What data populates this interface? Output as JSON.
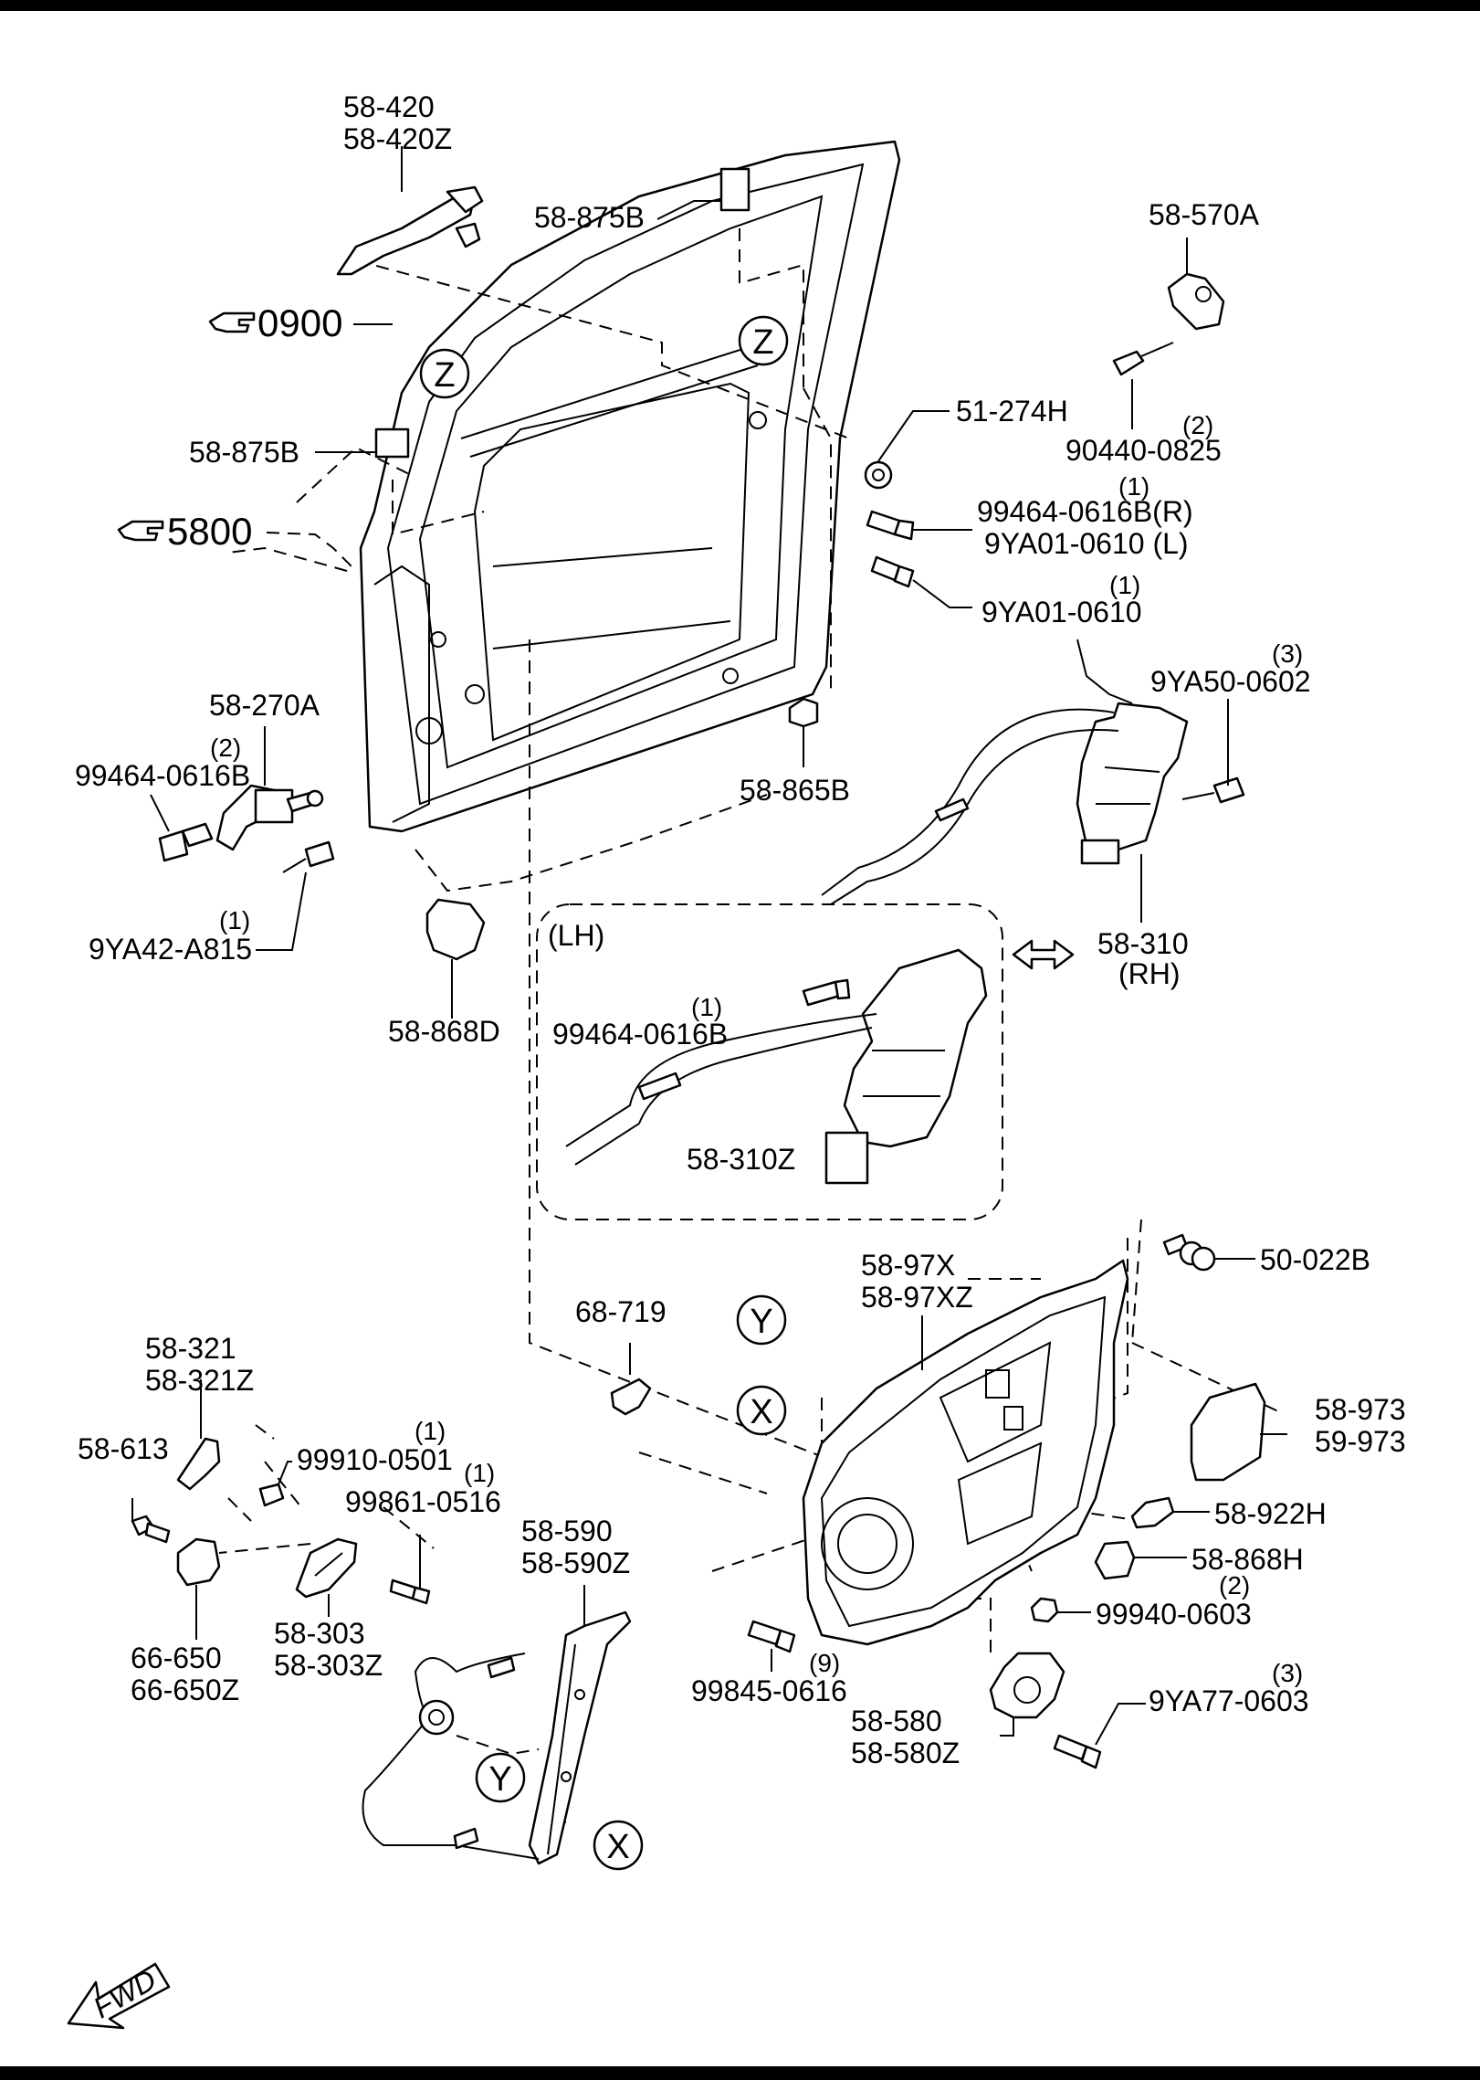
{
  "labels": {
    "handle_outer": [
      "58-420",
      "58-420Z"
    ],
    "seal_top": "58-875B",
    "seal_mid": "58-875B",
    "hinge_bracket": "58-570A",
    "screw_bracket_qty": "(2)",
    "screw_bracket": "90440-0825",
    "grommet": "51-274H",
    "bolt_r_qty": "(1)",
    "bolt_r_1": "99464-0616B(R)",
    "bolt_r_2": "9YA01-0610 (L)",
    "bolt_2_qty": "(1)",
    "bolt_2": "9YA01-0610",
    "lock_screw_qty": "(3)",
    "lock_screw": "9YA50-0602",
    "checker": "58-270A",
    "checker_bolt_qty": "(2)",
    "checker_bolt": "99464-0616B",
    "checker_bolt2_qty": "(1)",
    "checker_bolt2": "9YA42-A815",
    "bumper": "58-865B",
    "striker_cover": "58-868D",
    "lock_rh": "58-310",
    "lock_rh_side": "(RH)",
    "lh_title": "(LH)",
    "lh_bolt_qty": "(1)",
    "lh_bolt": "99464-0616B",
    "lock_lh": "58-310Z",
    "clip": "50-022B",
    "clip_68": "68-719",
    "carrier": [
      "58-97X",
      "58-97XZ"
    ],
    "film": [
      "58-973",
      "59-973"
    ],
    "seal_922": "58-922H",
    "seal_868": "58-868H",
    "nut_qty": "(2)",
    "nut": "99940-0603",
    "bolt_845_qty": "(9)",
    "bolt_845": "99845-0616",
    "motor": [
      "58-580",
      "58-580Z"
    ],
    "motor_bolt_qty": "(3)",
    "motor_bolt": "9YA77-0603",
    "inner_handle_base": [
      "58-321",
      "58-321Z"
    ],
    "screw_613": "58-613",
    "screw_0501_qty": "(1)",
    "screw_0501": "99910-0501",
    "screw_0516_qty": "(1)",
    "screw_0516": "99861-0516",
    "regulator": [
      "58-590",
      "58-590Z"
    ],
    "bezel": [
      "58-303",
      "58-303Z"
    ],
    "switch": [
      "66-650",
      "66-650Z"
    ],
    "ref_0900": "0900",
    "ref_5800": "5800",
    "fwd": "FWD"
  },
  "callouts": {
    "z": "Z",
    "y": "Y",
    "x": "X"
  }
}
